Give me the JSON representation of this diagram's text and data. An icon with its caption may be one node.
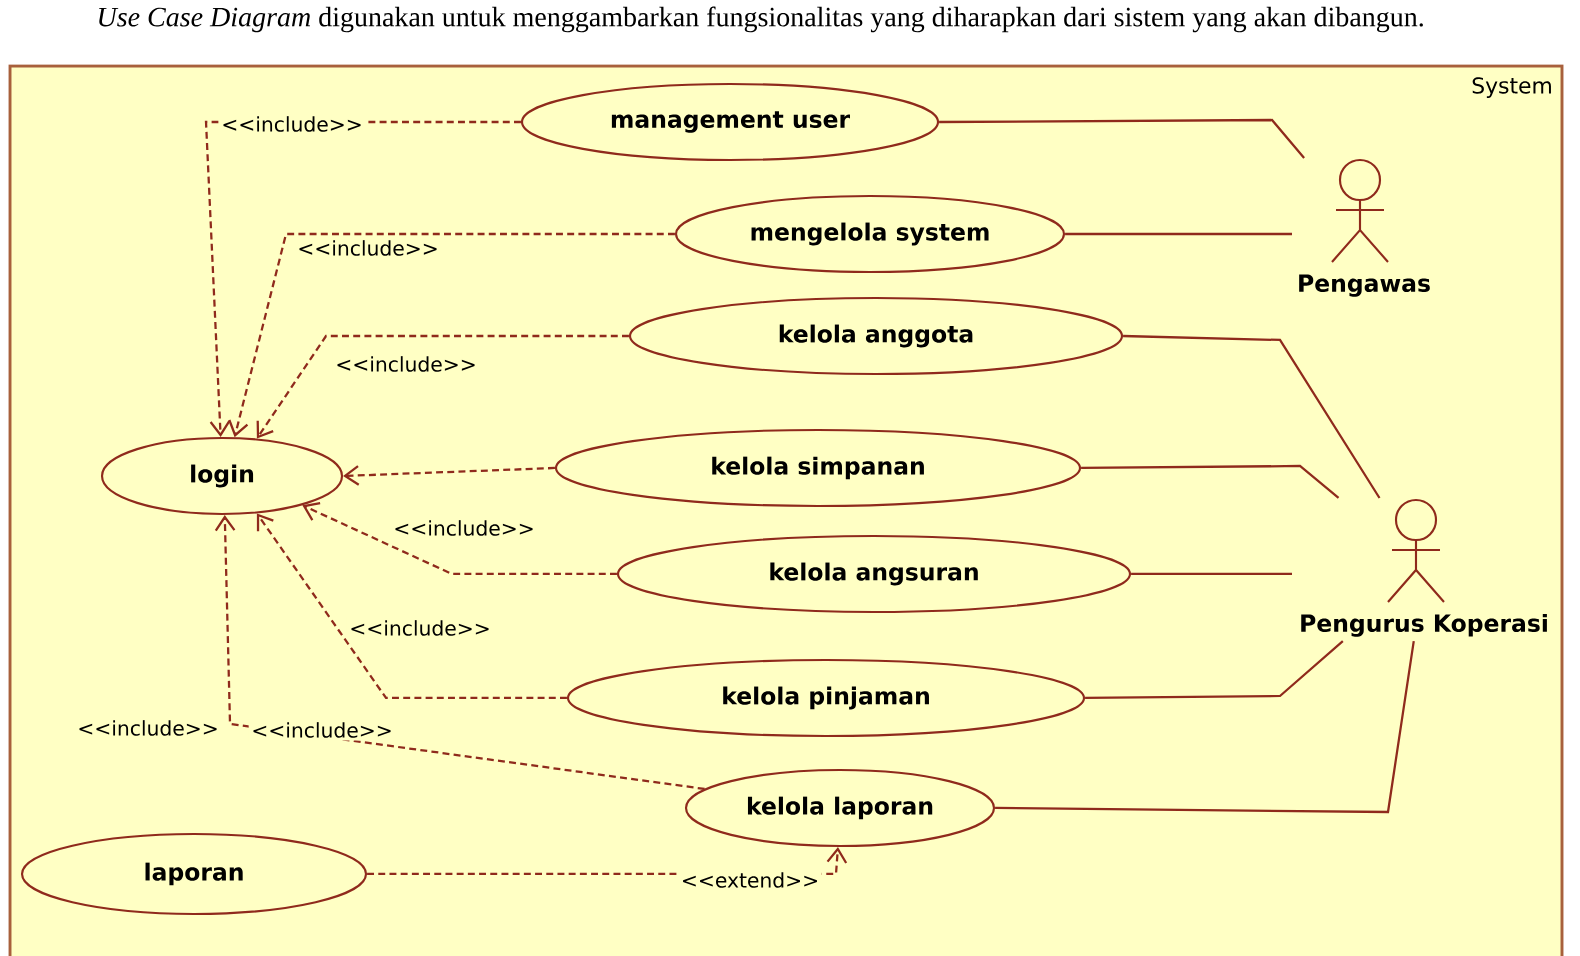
{
  "diagram": {
    "nodes": [
      {
        "text": [
          "System"
        ]
      },
      {
        "text": [
          "management user"
        ],
        "in": 0
      },
      {
        "text": [
          "Pengawas"
        ],
        "in": 0
      },
      {
        "text": [
          "mengelola system"
        ],
        "in": 0
      },
      {
        "text": [
          "kelola anggota"
        ],
        "in": 0
      },
      {
        "text": [
          "login"
        ],
        "in": 0
      },
      {
        "text": [
          "kelola simpanan"
        ],
        "in": 0
      },
      {
        "text": [
          "Pengurus Koperasi"
        ],
        "in": 0
      },
      {
        "text": [
          "kelola angsuran"
        ],
        "in": 0
      },
      {
        "text": [
          "kelola pinjaman"
        ],
        "in": 0
      },
      {
        "text": [
          "kelola laporan"
        ],
        "in": 0
      },
      {
        "text": [
          "laporan"
        ],
        "in": 0
      }
    ],
    "edges": [
      {
        "from": 1,
        "to": 2,
        "arrow": "none"
      },
      {
        "from": 3,
        "to": 2,
        "arrow": "none"
      },
      {
        "from": 4,
        "to": 7,
        "arrow": "none"
      },
      {
        "from": 6,
        "to": 7,
        "arrow": "none"
      },
      {
        "from": 8,
        "to": 7,
        "arrow": "none"
      },
      {
        "from": 9,
        "to": 7,
        "arrow": "none"
      },
      {
        "from": 10,
        "to": 7,
        "arrow": "none"
      },
      {
        "from": 1,
        "to": 5,
        "arrow": "to",
        "label": "<<include>>",
        "style": "dashed"
      },
      {
        "from": 3,
        "to": 5,
        "arrow": "to",
        "label": "<<include>>",
        "style": "dashed"
      },
      {
        "from": 4,
        "to": 5,
        "arrow": "to",
        "label": "<<include>>",
        "style": "dashed"
      },
      {
        "from": 6,
        "to": 5,
        "arrow": "to",
        "style": "dashed"
      },
      {
        "from": 8,
        "to": 5,
        "arrow": "to",
        "label": "<<include>>",
        "style": "dashed"
      },
      {
        "from": 9,
        "to": 5,
        "arrow": "to",
        "label": "<<include>>",
        "style": "dashed"
      },
      {
        "from": 10,
        "to": 5,
        "arrow": "to",
        "label": "<<include>>",
        "style": "dashed"
      },
      {
        "from": 11,
        "to": 10,
        "arrow": "to",
        "label": "<<extend>>",
        "style": "dashed"
      }
    ],
    "labels": [
      "*Use Case Diagram* digunakan untuk menggambarkan fungsionalitas yang diharapkan dari sistem yang akan dibangun.",
      "<<include>>"
    ]
  }
}
